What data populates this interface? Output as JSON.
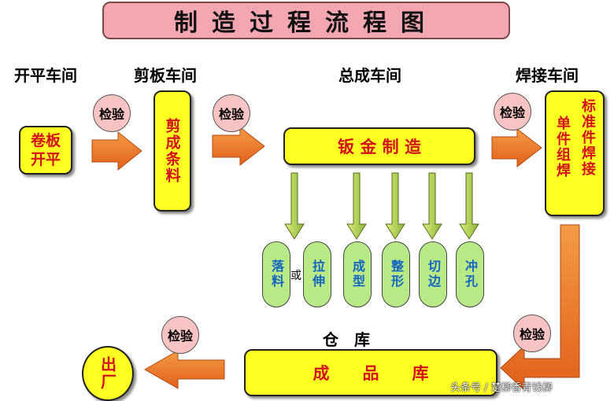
{
  "title": "制造过程流程图",
  "sections": {
    "uncoiling": "开平车间",
    "shearing": "剪板车间",
    "assembly": "总成车间",
    "welding": "焊接车间",
    "warehouse": "仓　库"
  },
  "inspection_label": "检验",
  "boxes": {
    "uncoil": "卷板开平",
    "shear_cut": "剪成条料",
    "sheet_metal": "钣 金 制 造",
    "weld_single": "单件组焊",
    "weld_standard": "标准件焊接",
    "finished_goods": "成　　品　　库",
    "exit": "出厂"
  },
  "processes": [
    "落料",
    "拉伸",
    "成型",
    "整形",
    "切边",
    "冲孔"
  ],
  "or_label": "或",
  "watermark": "头条号 / 楚柳香青钱柳",
  "colors": {
    "box_fill": "#ffff22",
    "box_text": "#d1121a",
    "arrow": "#f07b1f",
    "pill": "#b8e986",
    "pill_text": "#1565c0",
    "check": "#f7c3c3",
    "title_fill": "#f4a7b0"
  }
}
